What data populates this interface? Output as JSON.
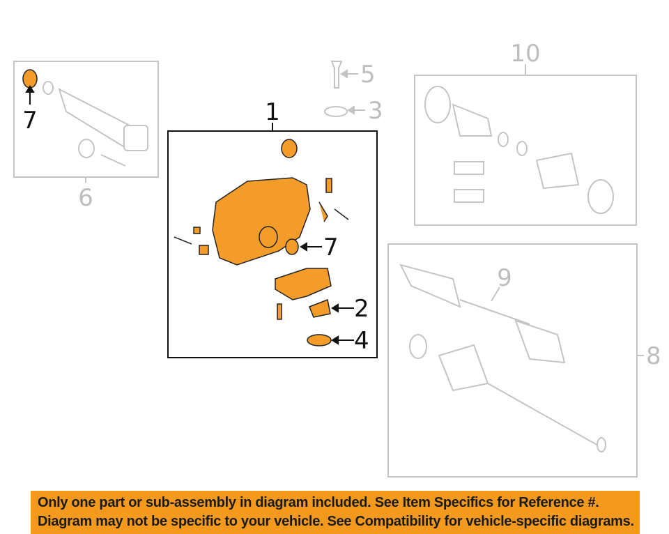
{
  "diagram": {
    "callouts": {
      "c1": "1",
      "c2": "2",
      "c3": "3",
      "c4": "4",
      "c5": "5",
      "c6": "6",
      "c7a": "7",
      "c7b": "7",
      "c8": "8",
      "c9": "9",
      "c10": "10"
    },
    "colors": {
      "highlight": "#f39c2a",
      "line_grey": "#c4c4c4",
      "banner": "#f39a1e"
    }
  },
  "banner": {
    "line1": "Only one part or sub-assembly in diagram included. See Item Specifics for Reference #.",
    "line2": "Diagram may not be specific to your vehicle. See Compatibility for vehicle-specific diagrams."
  }
}
